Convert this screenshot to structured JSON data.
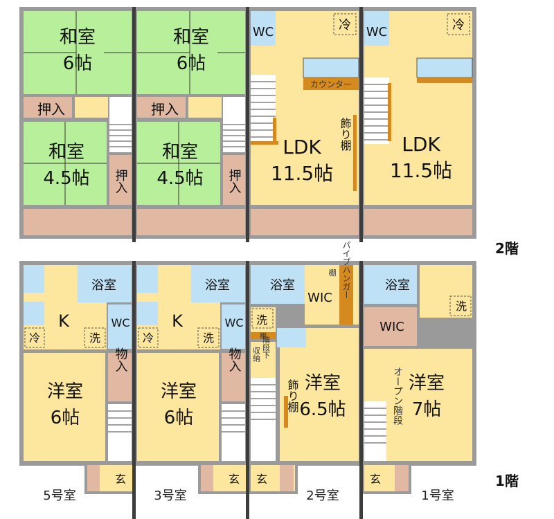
{
  "colors": {
    "wall": "#8c8c8c",
    "green": "#b8ef9a",
    "cream": "#fde79e",
    "blue": "#bfe1f6",
    "tan": "#e1b8a2",
    "orange": "#d48a1f",
    "partition": "#3d3d3d"
  },
  "floors": {
    "upper": "2階",
    "lower": "1階"
  },
  "rooms": {
    "washitsu": "和室",
    "size_6": "6帖",
    "size_45": "4.5帖",
    "oshiire": "押入",
    "wc": "WC",
    "rei": "冷",
    "ldk": "LDK",
    "size_115": "11.5帖",
    "counter": "カウンター",
    "kazari": "飾り棚",
    "yokushitsu": "浴室",
    "k": "K",
    "sen": "洗",
    "monoire": "物入",
    "youshitsu": "洋室",
    "size_65": "6.5帖",
    "size_7": "7帖",
    "wic": "WIC",
    "tana": "棚",
    "pipe_hanger": "パイプハンガー",
    "kaidan_shita": "階段下",
    "shuno": "収納",
    "open_kaidan": "オープン階段",
    "genkan": "玄"
  },
  "units": [
    "5号室",
    "3号室",
    "2号室",
    "1号室"
  ]
}
